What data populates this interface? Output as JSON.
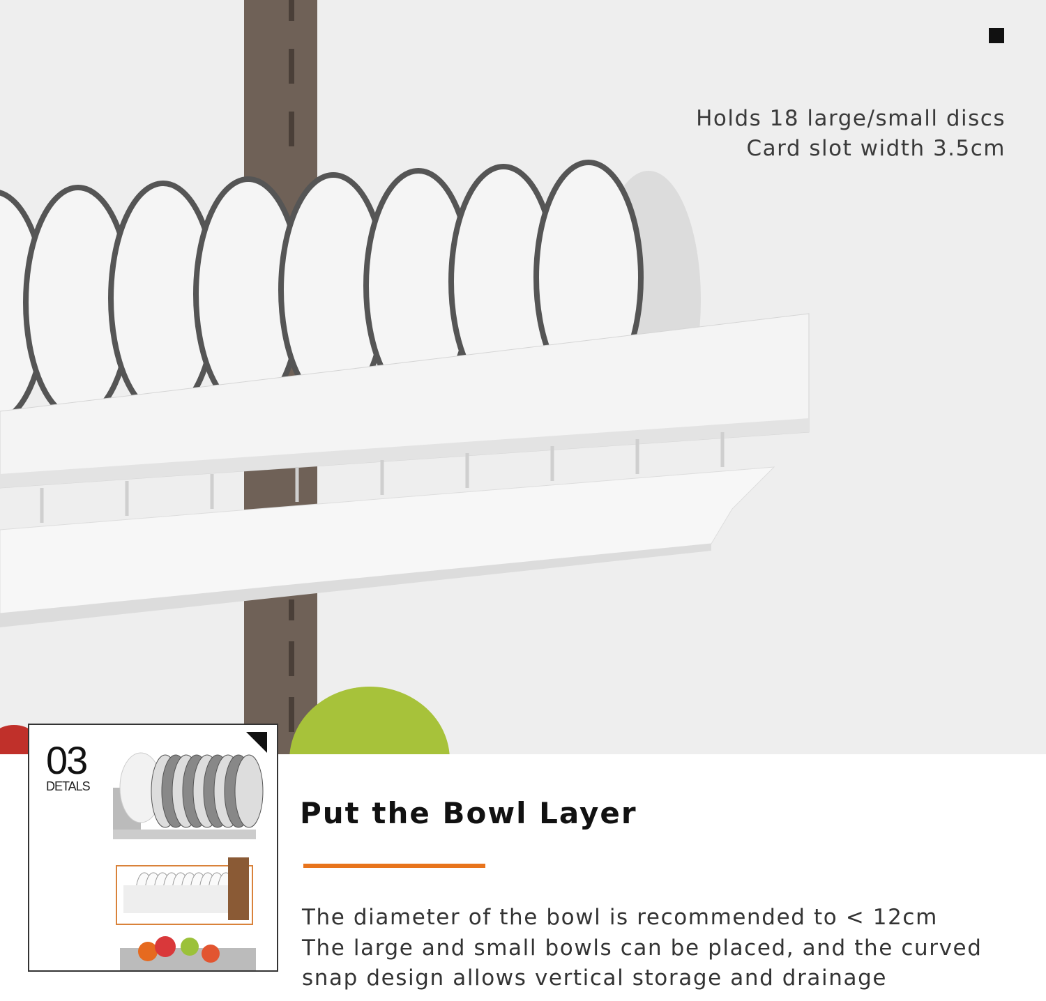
{
  "specs": [
    "Holds 18 large/small discs",
    "Card slot width 3.5cm"
  ],
  "thumbnail": {
    "number": "03",
    "label": "DETALS"
  },
  "title": "Put the Bowl Layer",
  "description": [
    "The diameter of the bowl is recommended to < 12cm",
    "The large and small bowls can be placed, and the curved",
    "snap design allows vertical storage and drainage"
  ],
  "colors": {
    "accent": "#e8741c",
    "background": "#efefef",
    "pole": "#6b5d52"
  }
}
